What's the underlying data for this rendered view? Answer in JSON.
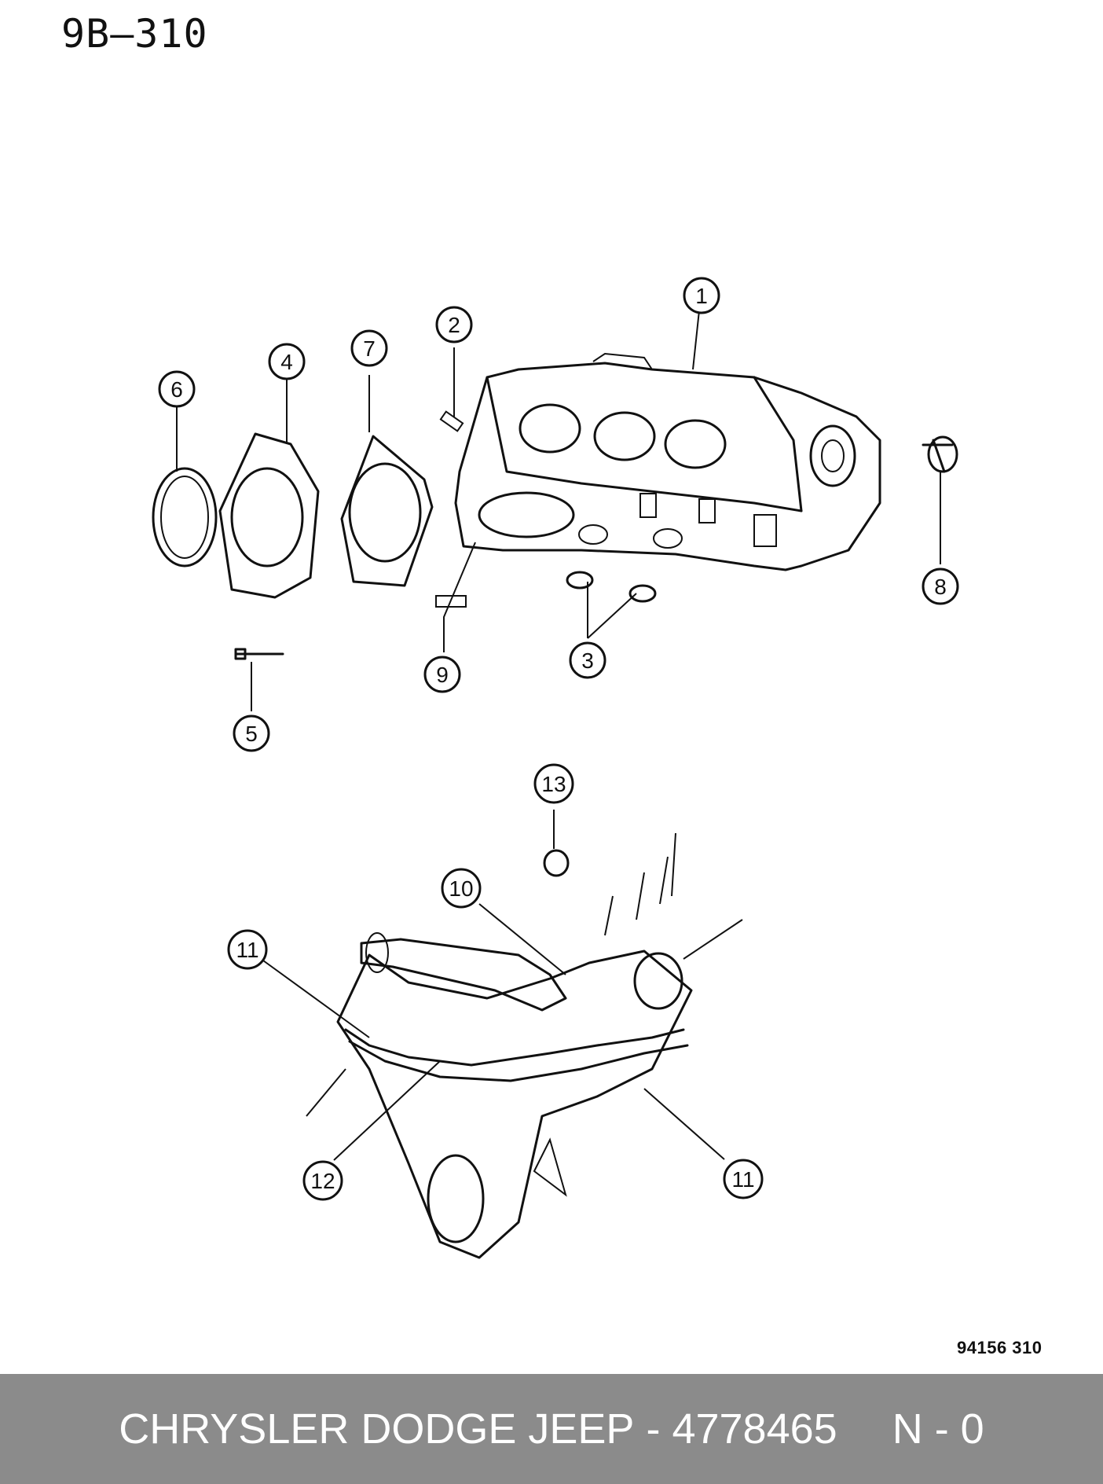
{
  "header": {
    "page_code": "9B–310"
  },
  "diagram": {
    "drawing_id": "94156  310",
    "callouts": [
      "1",
      "2",
      "3",
      "4",
      "5",
      "6",
      "7",
      "8",
      "9",
      "10",
      "11",
      "12",
      "13",
      "11"
    ]
  },
  "footer": {
    "brand": "CHRYSLER DODGE JEEP",
    "separator": " - ",
    "part_number": "4778465",
    "revision": "N - 0"
  }
}
